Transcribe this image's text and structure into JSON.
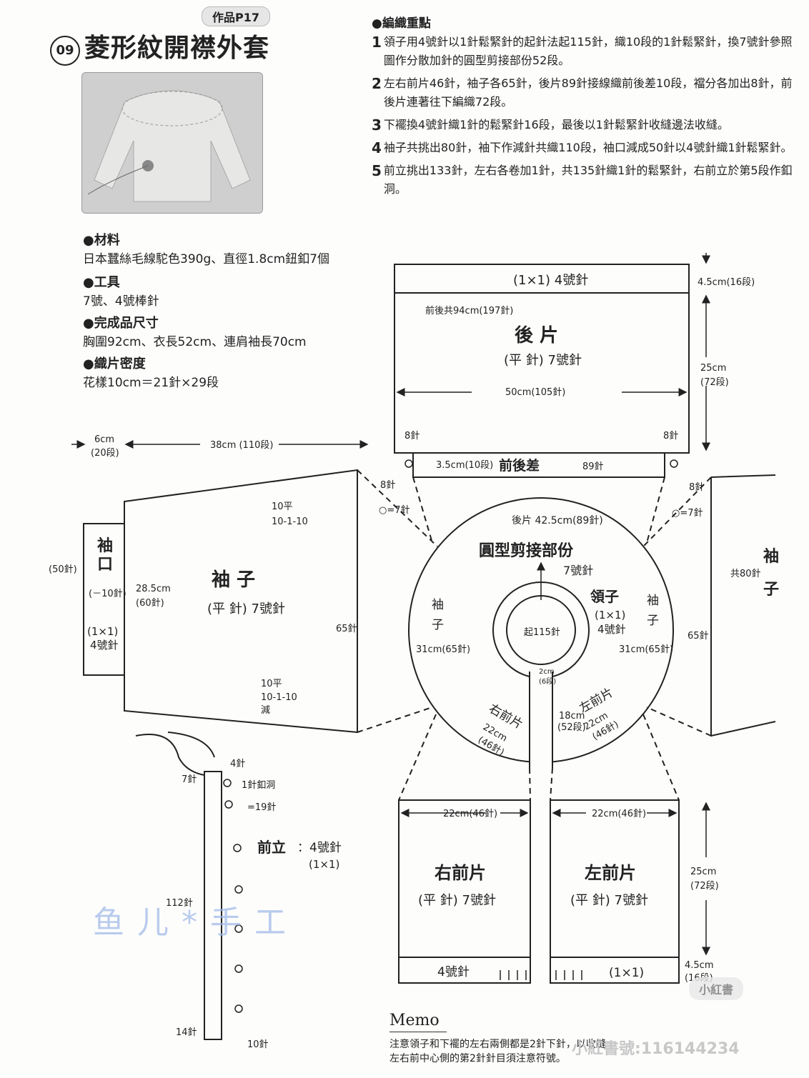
{
  "header": {
    "badge": "作品P17",
    "number": "09",
    "title": "菱形紋開襟外套"
  },
  "materials": {
    "h1": "●材料",
    "b1": "日本蠶絲毛線駝色390g、直徑1.8cm鈕釦7個",
    "h2": "●工具",
    "b2": "7號、4號棒針",
    "h3": "●完成品尺寸",
    "b3": "胸圍92cm、衣長52cm、連肩袖長70cm",
    "h4": "●織片密度",
    "b4": "花樣10cm＝21針×29段"
  },
  "points": {
    "heading": "●編織重點",
    "items": [
      {
        "n": "1",
        "t": "領子用4號針以1針鬆緊針的起針法起115針，織10段的1針鬆緊針，換7號針參照圖作分散加針的圓型剪接部份52段。"
      },
      {
        "n": "2",
        "t": "左右前片46針，袖子各65針，後片89針接線織前後差10段，襠分各加出8針，前後片連著往下編織72段。"
      },
      {
        "n": "3",
        "t": "下襬換4號針織1針的鬆緊針16段，最後以1針鬆緊針收縫邊法收縫。"
      },
      {
        "n": "4",
        "t": "袖子共挑出80針，袖下作減針共織110段，袖口減成50針以4號針織1針鬆緊針。"
      },
      {
        "n": "5",
        "t": "前立挑出133針，左右各卷加1針，共135針織1針的鬆緊針，右前立於第5段作釦洞。"
      }
    ]
  },
  "back": {
    "rib": "(1×1)  4號針",
    "rib_h": "4.5cm(16段)",
    "total": "前後共94cm(197針)",
    "title": "後  片",
    "sub": "(平  針)  7號針",
    "h": "25cm",
    "h2": "(72段)",
    "w": "50cm(105針)",
    "st_l": "8針",
    "st_r": "8針",
    "diff_w": "3.5cm(10段)",
    "diff": "前後差",
    "diff_st": "89針"
  },
  "sleeve": {
    "cuff_w": "6cm",
    "cuff_w2": "(20段)",
    "len": "38cm (110段)",
    "st8": "8針",
    "st7": "○=7針",
    "dec1": "10平",
    "dec1b": "10-1-10",
    "cuff_title1": "袖",
    "cuff_title2": "口",
    "cuff_st": "(50針)",
    "cuff_dec": "(－10針)",
    "cuff_rib": "(1×1)",
    "cuff_needle": "4號針",
    "w": "28.5cm",
    "w2": "(60針)",
    "title": "袖  子",
    "sub": "(平  針)  7號針",
    "st65": "65針",
    "dec2": "10平",
    "dec2b": "10-1-10",
    "dec2c": "減"
  },
  "yoke": {
    "back_lbl": "後片 42.5cm(89針)",
    "title": "圓型剪接部份",
    "needle": "7號針",
    "collar": "領子",
    "collar_rib": "(1×1)",
    "collar_needle": "4號針",
    "cast": "起115針",
    "sl_l1": "袖",
    "sl_l2": "子",
    "sl_r1": "袖",
    "sl_r2": "子",
    "sl_l_cm": "31cm(65針)",
    "sl_r_cm": "31cm(65針)",
    "rf": "右前片",
    "rf_cm": "22cm",
    "rf_st": "(46針)",
    "lf": "左前片",
    "lf_cm": "22cm",
    "lf_st": "(46針)",
    "gap": "2cm",
    "gap2": "(6段)",
    "front_h": "18cm",
    "front_h2": "(52段)"
  },
  "right_sleeve": {
    "st8": "8針",
    "st7": "○=7針",
    "t1": "袖",
    "t2": "子",
    "pick": "共80針",
    "st65": "65針"
  },
  "fronts": {
    "r_w": "22cm(46針)",
    "l_w": "22cm(46針)",
    "r_title": "右前片",
    "l_title": "左前片",
    "sub": "(平  針)  7號針",
    "h": "25cm",
    "h2": "(72段)",
    "r_rib": "4號針",
    "l_rib": "(1×1)",
    "rib_h": "4.5cm",
    "rib_h2": "(16段)"
  },
  "band": {
    "st4": "4針",
    "st7": "7針",
    "hole": "1針釦洞",
    "eq19": "=19針",
    "title": "前立",
    "needle": "：4號針",
    "rib": "(1×1)",
    "st112": "112針",
    "st14": "14針",
    "st10": "10針"
  },
  "memo": {
    "title": "Memo",
    "l1": "注意領子和下襬的左右兩側都是2針下針，以收縫",
    "l2": "左右前中心側的第2針針目須注意符號。"
  },
  "watermark": {
    "app": "小紅書",
    "id": "小紅書號:116144234",
    "wm": "鱼儿*手工"
  }
}
